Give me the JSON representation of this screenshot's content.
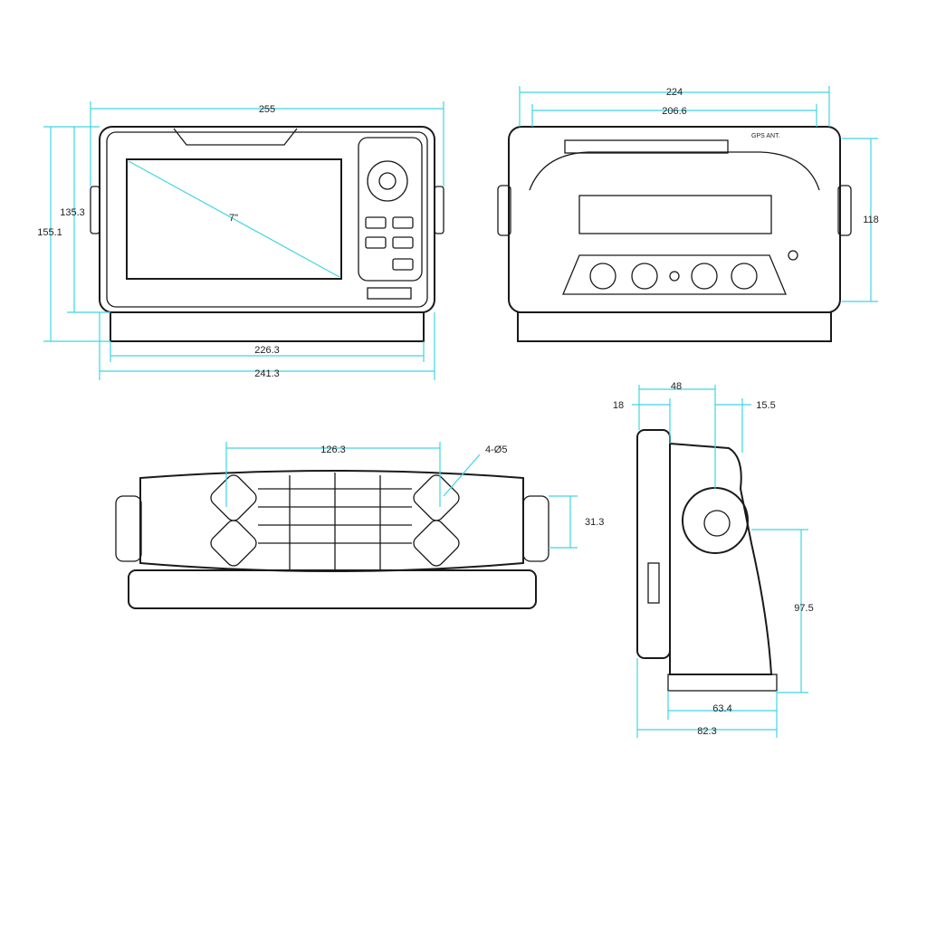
{
  "front_view": {
    "width_overall": "255",
    "height_screen": "135.3",
    "height_overall": "155.1",
    "screen_size": "7\"",
    "base_width_inner": "226.3",
    "base_width_outer": "241.3"
  },
  "rear_view": {
    "width_overall": "224",
    "width_inner": "206.6",
    "height": "118",
    "connector_label": "GPS ANT."
  },
  "bottom_view": {
    "hole_spacing": "126.3",
    "hole_spec": "4-Ø5",
    "height": "31.3"
  },
  "side_view": {
    "front_depth": "18",
    "top_width": "48",
    "rear_depth": "15.5",
    "bracket_height": "97.5",
    "base_depth": "63.4",
    "overall_depth": "82.3"
  },
  "colors": {
    "dimension": "#40d4e4",
    "outline": "#1a1a1a"
  }
}
